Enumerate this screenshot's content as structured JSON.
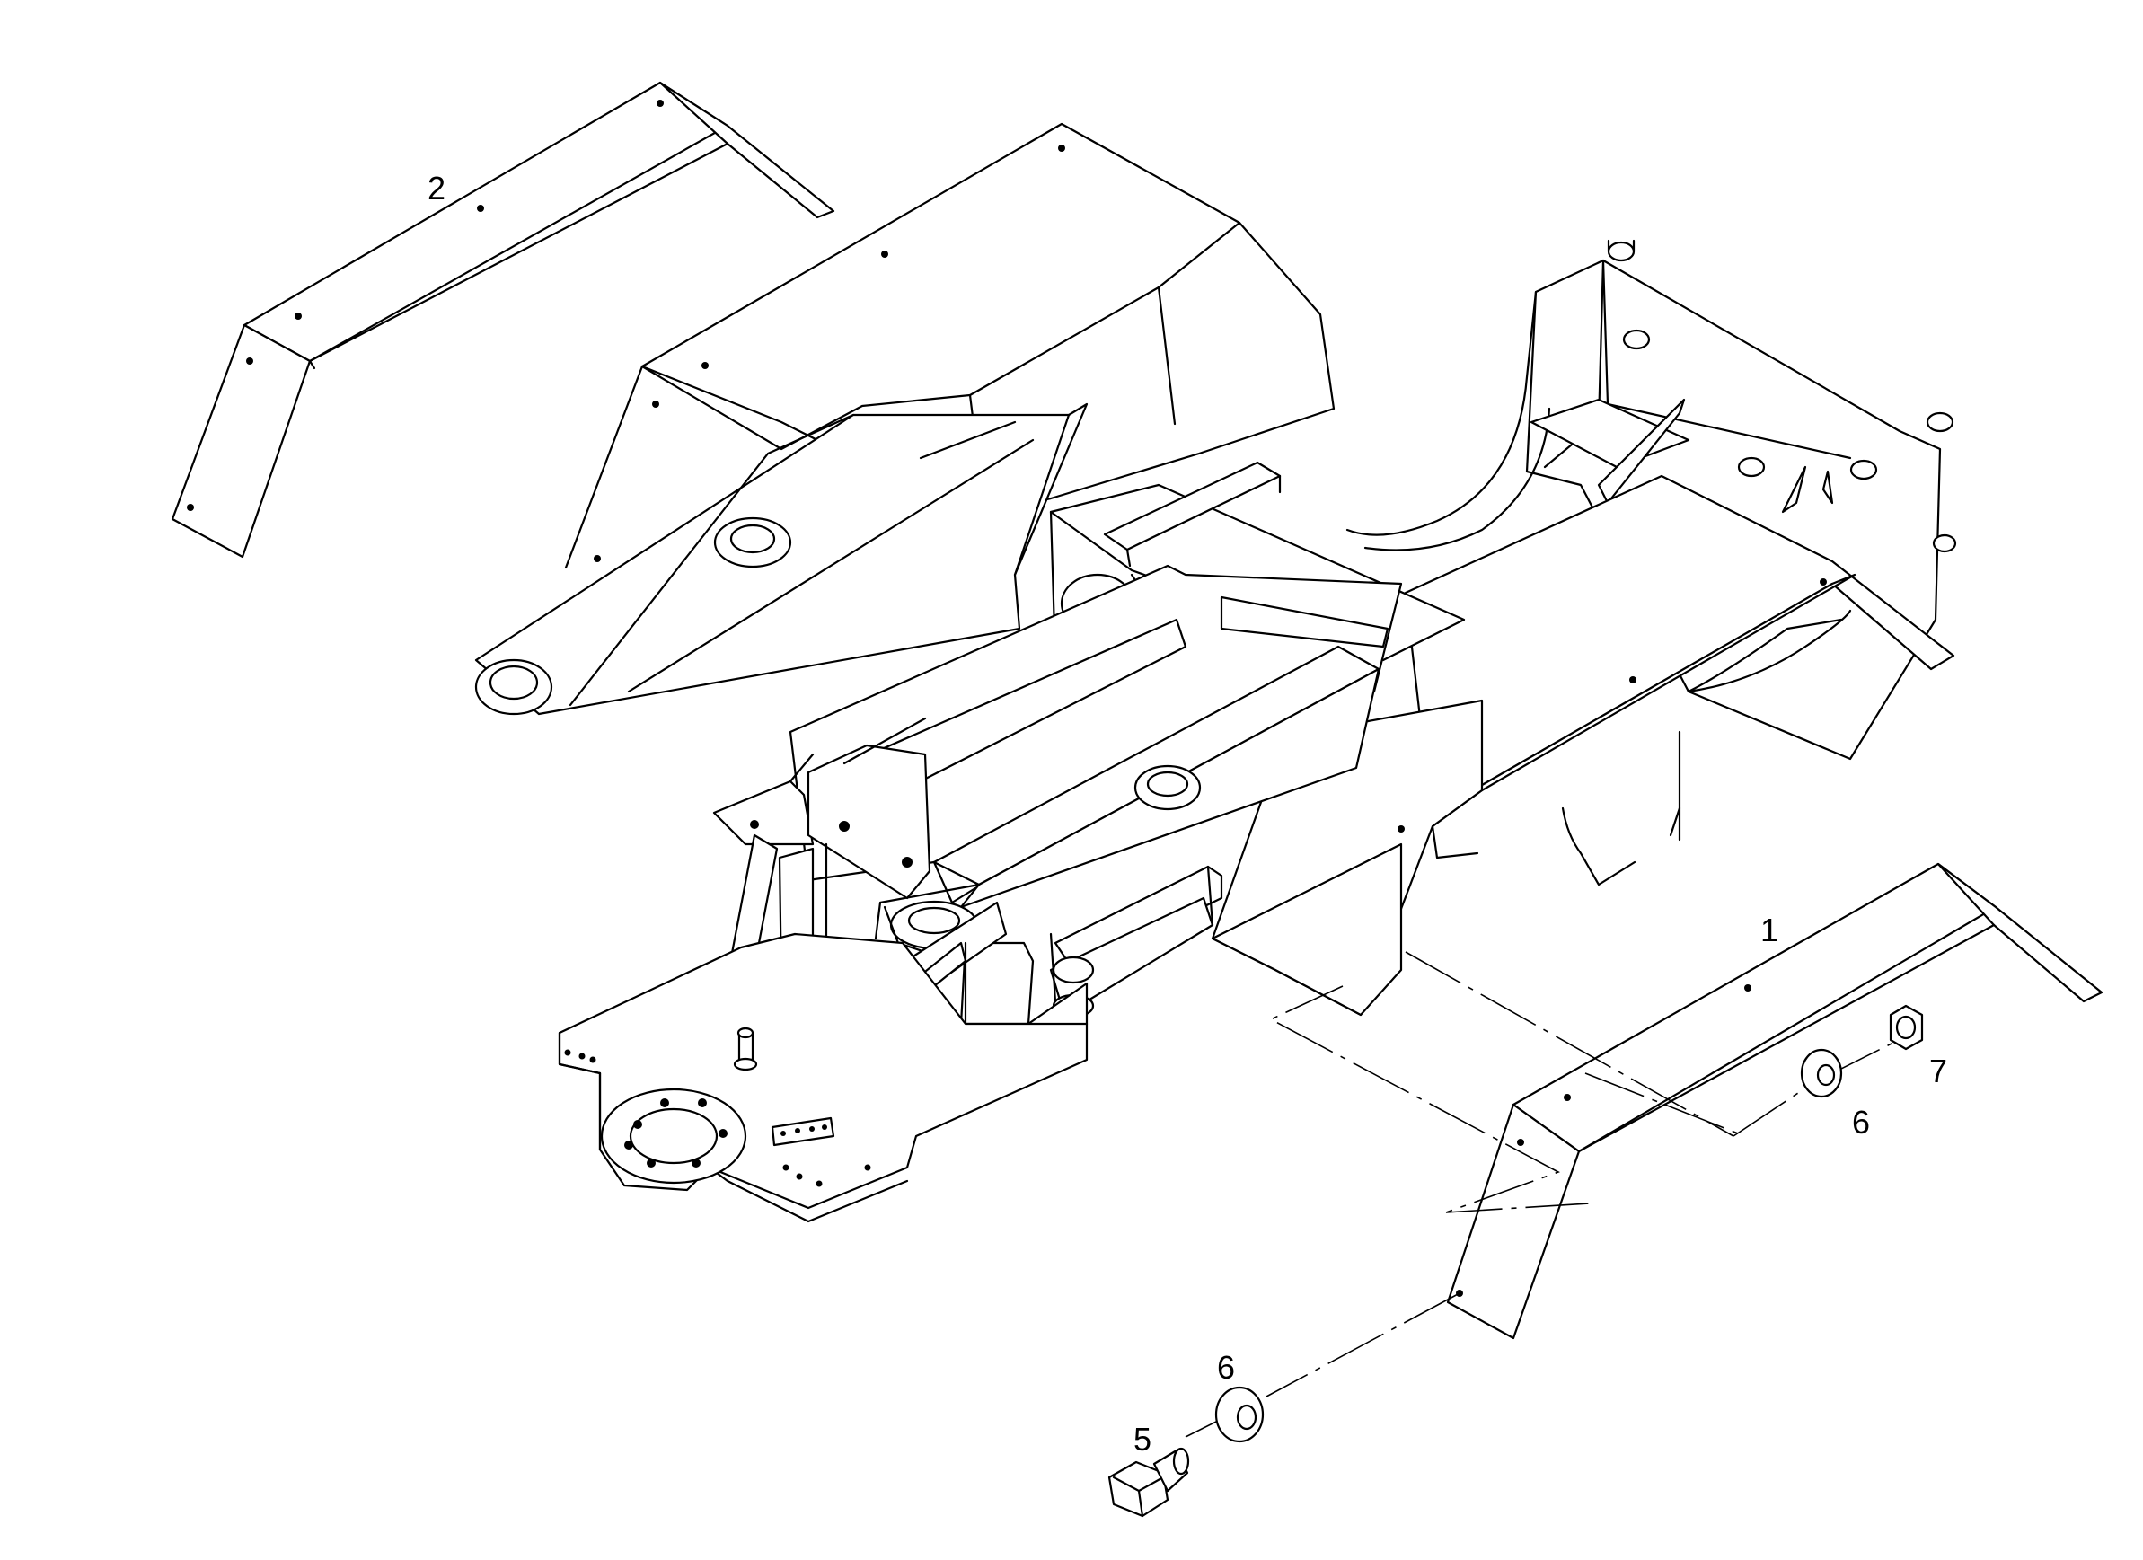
{
  "callouts": [
    {
      "id": "1",
      "label": "1"
    },
    {
      "id": "2",
      "label": "2"
    },
    {
      "id": "5",
      "label": "5"
    },
    {
      "id": "6a",
      "label": "6"
    },
    {
      "id": "6b",
      "label": "6"
    },
    {
      "id": "7",
      "label": "7"
    }
  ],
  "colors": {
    "line": "#000000",
    "background": "#ffffff"
  }
}
